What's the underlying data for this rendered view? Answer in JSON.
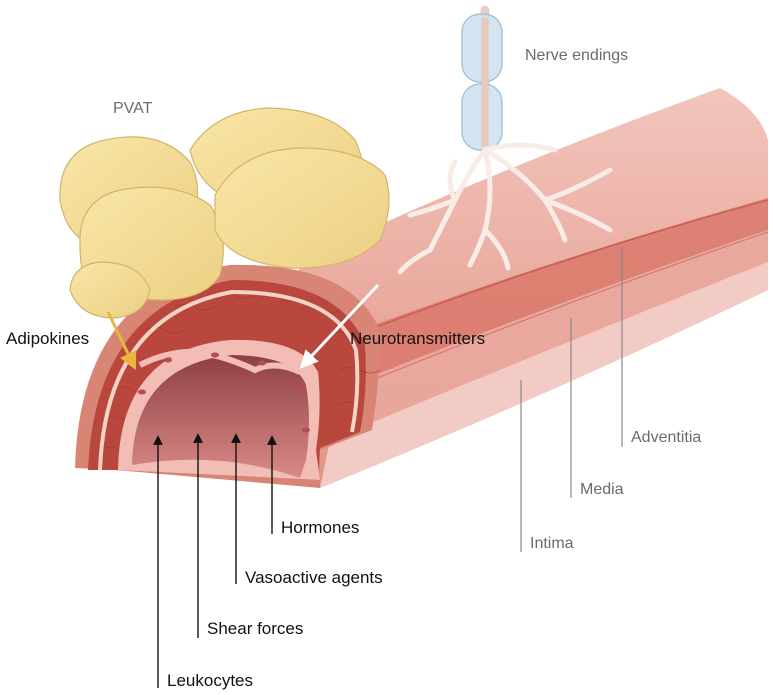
{
  "labels": {
    "pvat": "PVAT",
    "nerve_endings": "Nerve endings",
    "adipokines": "Adipokines",
    "neurotransmitters": "Neurotransmitters",
    "adventitia": "Adventitia",
    "media": "Media",
    "intima": "Intima",
    "hormones": "Hormones",
    "vasoactive_agents": "Vasoactive agents",
    "shear_forces": "Shear forces",
    "leukocytes": "Leukocytes"
  },
  "colors": {
    "fat": "#f3dc93",
    "fat_outline": "#c9a757",
    "adventitia": "#e7a49a",
    "media": "#c75b4a",
    "intima": "#f3c6bf",
    "lumen": "#b85a59",
    "nerve": "#f7ece6",
    "nerve_sheath": "#c9e0ee",
    "arrow_gold": "#e8b63a",
    "arrow_white": "#ffffff",
    "leader_line": "#8a8a8a",
    "arrow_black": "#111111"
  },
  "icons": {
    "pvat": "adipocyte-cluster",
    "nerve": "nerve-fiber-with-myelin-sheath",
    "vessel": "blood-vessel-cross-section"
  }
}
